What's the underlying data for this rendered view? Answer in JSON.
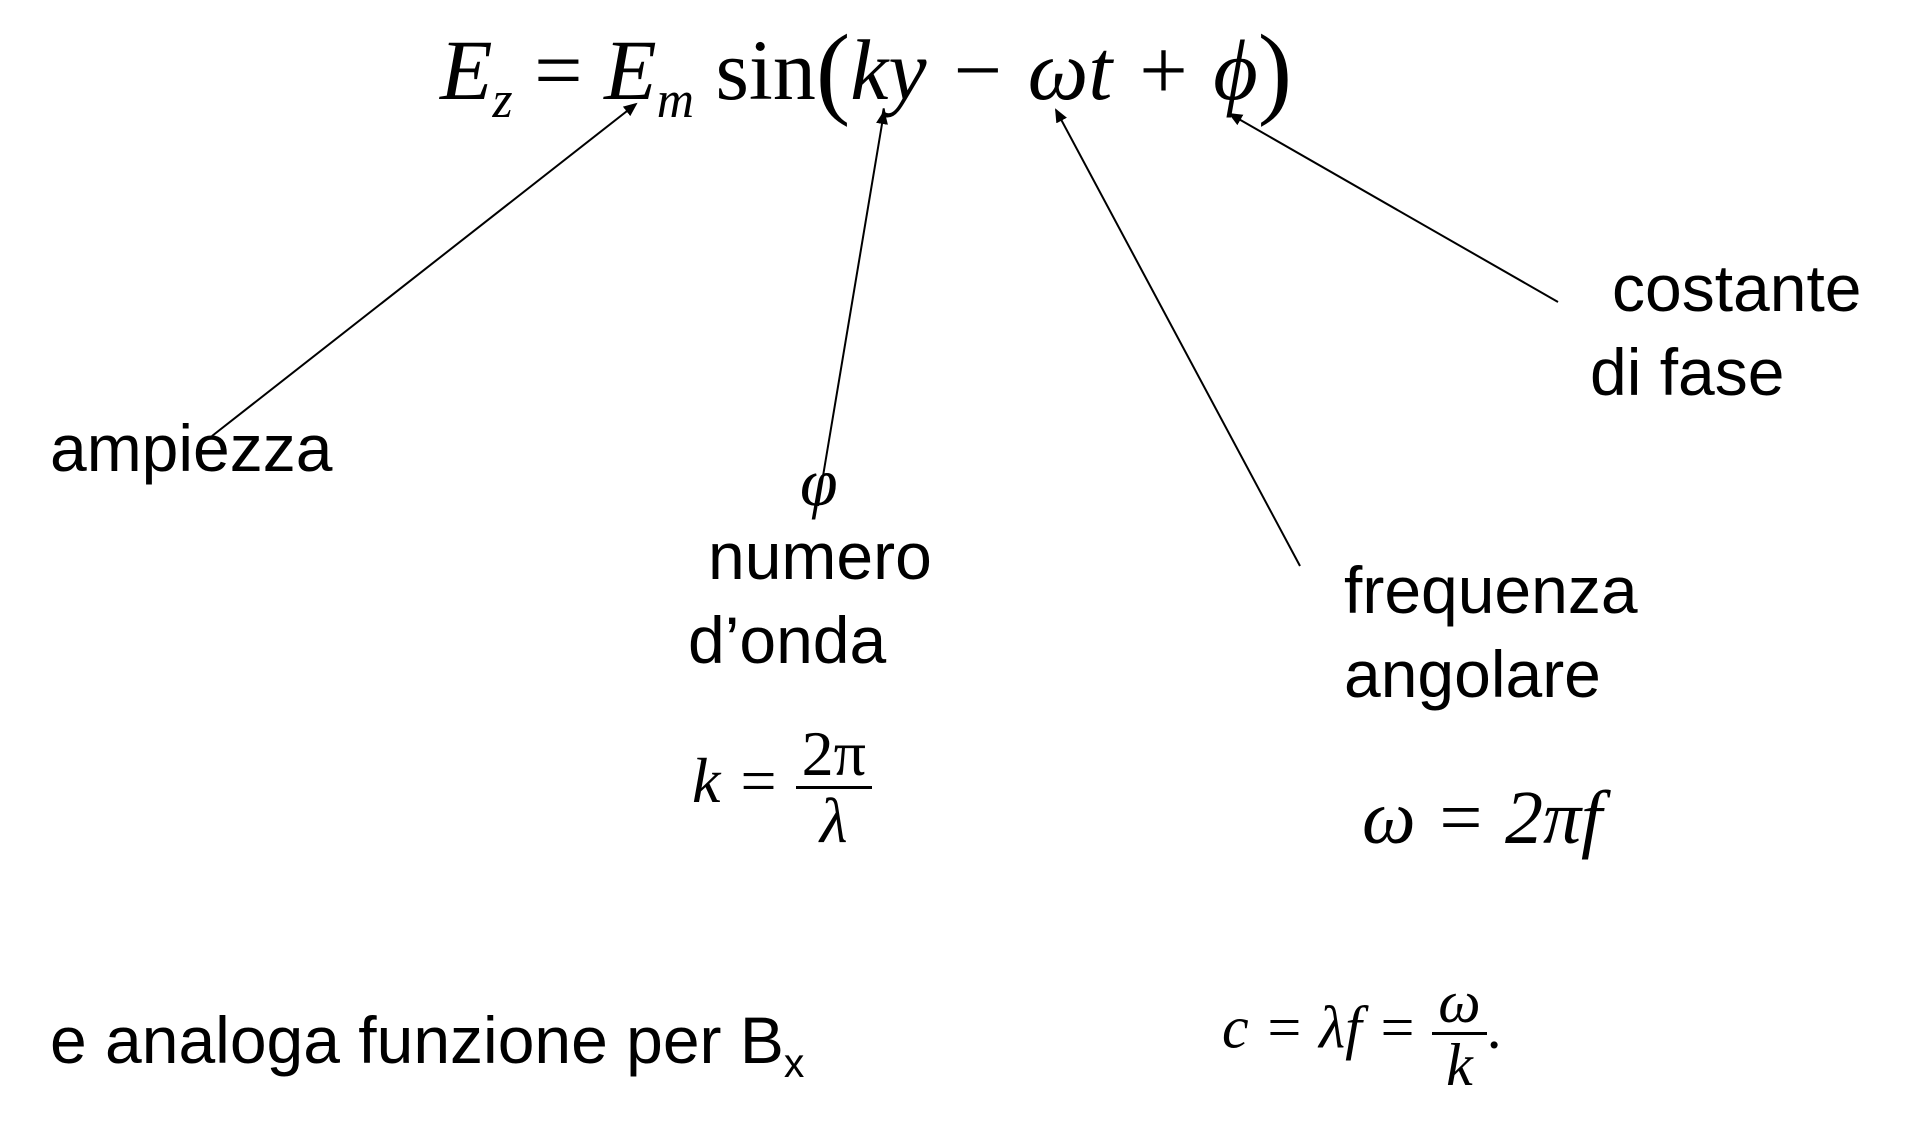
{
  "main_equation": {
    "lhs": "E",
    "lhs_sub": "z",
    "eq": "=",
    "amp": "E",
    "amp_sub": "m",
    "fn": "sin",
    "lparen": "(",
    "arg": "ky − ωt + ϕ",
    "rparen": ")"
  },
  "labels": {
    "ampiezza": "ampiezza",
    "phi_symbol": "φ",
    "numero": "numero",
    "donda": "d’onda",
    "frequenza": "frequenza",
    "angolare": "angolare",
    "costante": "costante",
    "di_fase": "di fase",
    "analoga": "e analoga funzione per B",
    "analoga_sub": "x"
  },
  "formulas": {
    "k_lhs": "k =",
    "k_num": "2π",
    "k_den": "λ",
    "omega": "ω = 2πf",
    "c_lhs": "c = λf =",
    "c_num": "ω",
    "c_den": "k",
    "c_period": "."
  }
}
